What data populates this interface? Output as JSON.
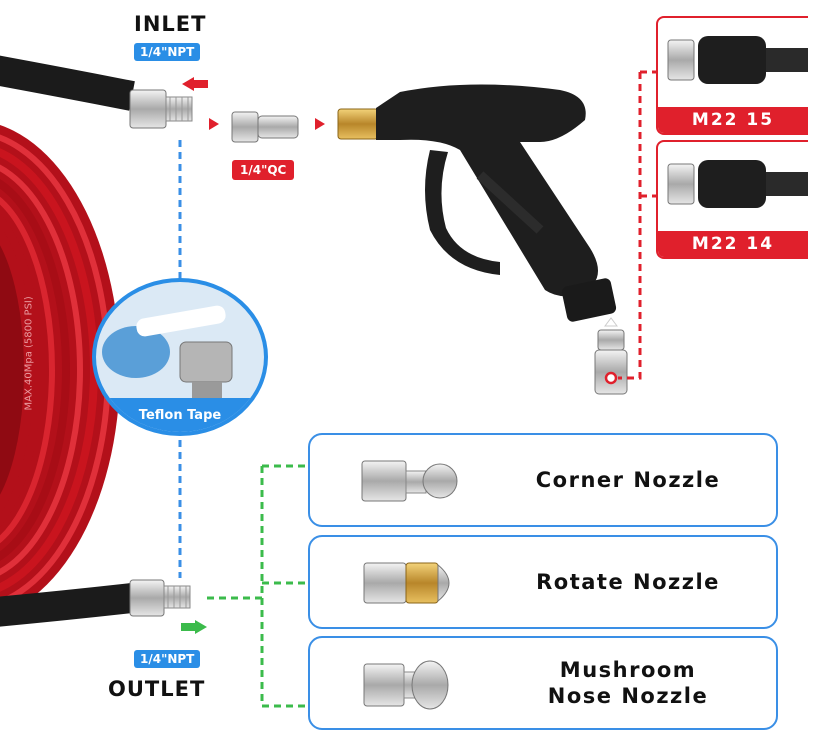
{
  "inlet": {
    "title": "INLET",
    "thread": "1/4\"NPT"
  },
  "outlet": {
    "title": "OUTLET",
    "thread": "1/4\"NPT"
  },
  "quick_connect": {
    "label": "1/4\"QC"
  },
  "teflon": {
    "label": "Teflon Tape"
  },
  "hose": {
    "print": "MAX.40Mpa (5800 PSI)"
  },
  "gun_variants": [
    {
      "label": "M22 15"
    },
    {
      "label": "M22 14"
    }
  ],
  "nozzles": [
    {
      "label": "Corner Nozzle"
    },
    {
      "label": "Rotate Nozzle"
    },
    {
      "label_line1": "Mushroom",
      "label_line2": "Nose Nozzle"
    }
  ],
  "colors": {
    "accent_blue": "#2a8ee6",
    "accent_red": "#e0202c",
    "dash_green": "#3bbb4b",
    "hose_red": "#c9141e"
  }
}
